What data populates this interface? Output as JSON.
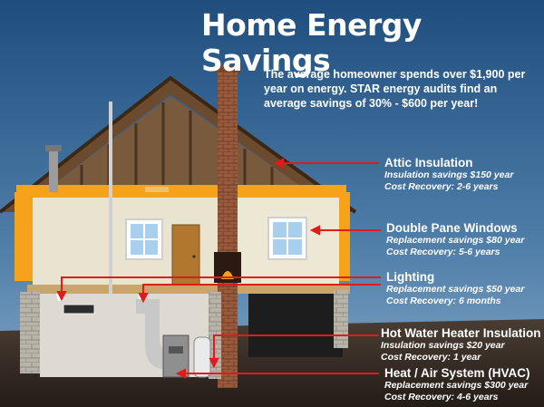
{
  "title": "Home Energy Savings",
  "intro": "The average homeowner spends over $1,900 per year on energy. STAR energy audits find an average savings of 30% - $600 per year!",
  "colors": {
    "sky": "#2a5a8a",
    "ground": "#3a2f29",
    "insulation": "#f7a21b",
    "arrow": "#e21a1a"
  },
  "callouts": [
    {
      "name": "Attic Insulation",
      "lines": [
        "Insulation savings $150 year",
        "Cost Recovery: 2-6 years"
      ]
    },
    {
      "name": "Double Pane Windows",
      "lines": [
        "Replacement savings $80 year",
        "Cost Recovery: 5-6 years"
      ]
    },
    {
      "name": "Lighting",
      "lines": [
        "Replacement savings $50 year",
        "Cost Recovery: 6 months"
      ]
    },
    {
      "name": "Hot Water Heater Insulation",
      "lines": [
        "Insulation savings $20 year",
        "Cost Recovery: 1 year"
      ]
    },
    {
      "name": "Heat / Air System (HVAC)",
      "lines": [
        "Replacement savings $300 year",
        "Cost Recovery: 4-6 years"
      ]
    }
  ]
}
